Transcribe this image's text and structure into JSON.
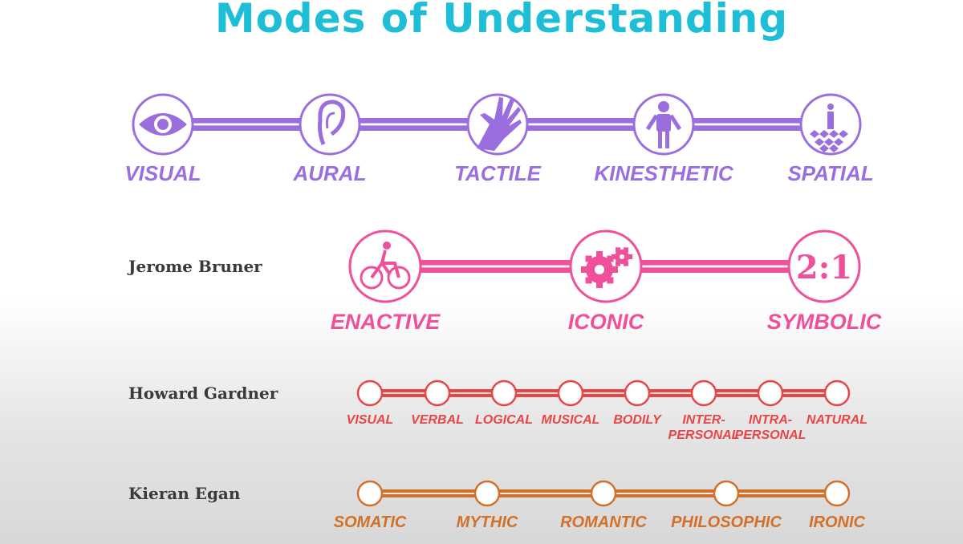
{
  "title": "Modes of Understanding",
  "colors": {
    "title": "#1ebfd6",
    "senses": "#9b6ee0",
    "bruner": "#f0509a",
    "gardner": "#e84545",
    "egan": "#d2702a"
  },
  "senses": {
    "items": [
      {
        "label": "VISUAL",
        "icon": "eye-icon"
      },
      {
        "label": "AURAL",
        "icon": "ear-icon"
      },
      {
        "label": "TACTILE",
        "icon": "hand-icon"
      },
      {
        "label": "KINESTHETIC",
        "icon": "person-icon"
      },
      {
        "label": "SPATIAL",
        "icon": "spatial-grid-icon"
      }
    ]
  },
  "bruner": {
    "name": "Jerome Bruner",
    "items": [
      {
        "label": "ENACTIVE",
        "icon": "bicycle-icon"
      },
      {
        "label": "ICONIC",
        "icon": "gears-icon"
      },
      {
        "label": "SYMBOLIC",
        "icon": "ratio-icon",
        "icon_text": "2:1"
      }
    ]
  },
  "gardner": {
    "name": "Howard Gardner",
    "items": [
      {
        "lines": [
          "VISUAL"
        ]
      },
      {
        "lines": [
          "VERBAL"
        ]
      },
      {
        "lines": [
          "LOGICAL"
        ]
      },
      {
        "lines": [
          "MUSICAL"
        ]
      },
      {
        "lines": [
          "BODILY"
        ]
      },
      {
        "lines": [
          "INTER-",
          "PERSONAL"
        ]
      },
      {
        "lines": [
          "INTRA-",
          "PERSONAL"
        ]
      },
      {
        "lines": [
          "NATURAL"
        ]
      }
    ]
  },
  "egan": {
    "name": "Kieran Egan",
    "items": [
      {
        "lines": [
          "SOMATIC"
        ]
      },
      {
        "lines": [
          "MYTHIC"
        ]
      },
      {
        "lines": [
          "ROMANTIC"
        ]
      },
      {
        "lines": [
          "PHILOSOPHIC"
        ]
      },
      {
        "lines": [
          "IRONIC"
        ]
      }
    ]
  }
}
